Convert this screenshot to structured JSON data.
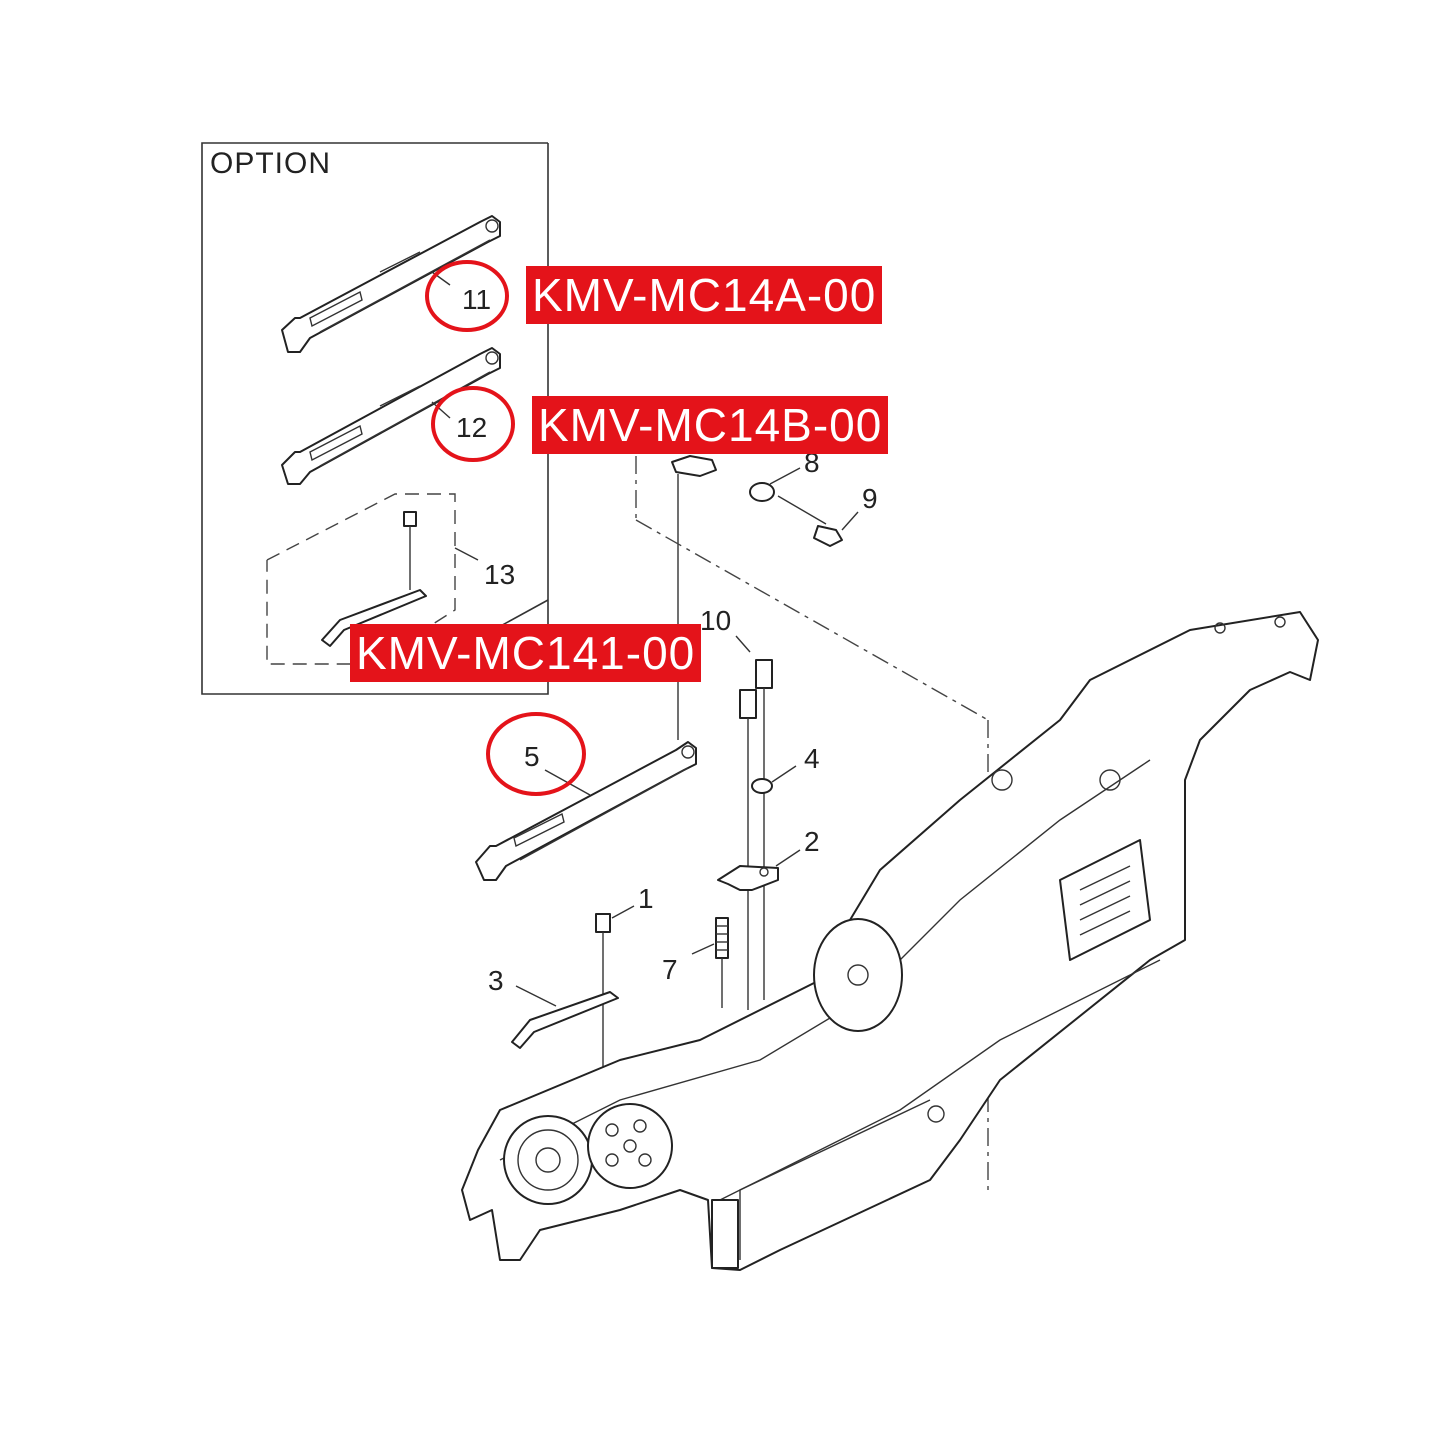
{
  "option_box": {
    "title": "OPTION"
  },
  "callouts": [
    "1",
    "2",
    "3",
    "4",
    "5",
    "7",
    "8",
    "9",
    "10",
    "11",
    "12",
    "13"
  ],
  "part_numbers": {
    "item_11": "KMV-MC14A-00",
    "item_12": "KMV-MC14B-00",
    "item_13": "KMV-MC141-00"
  },
  "colors": {
    "highlight": "#e4131a",
    "line": "#222222",
    "background": "#ffffff"
  }
}
